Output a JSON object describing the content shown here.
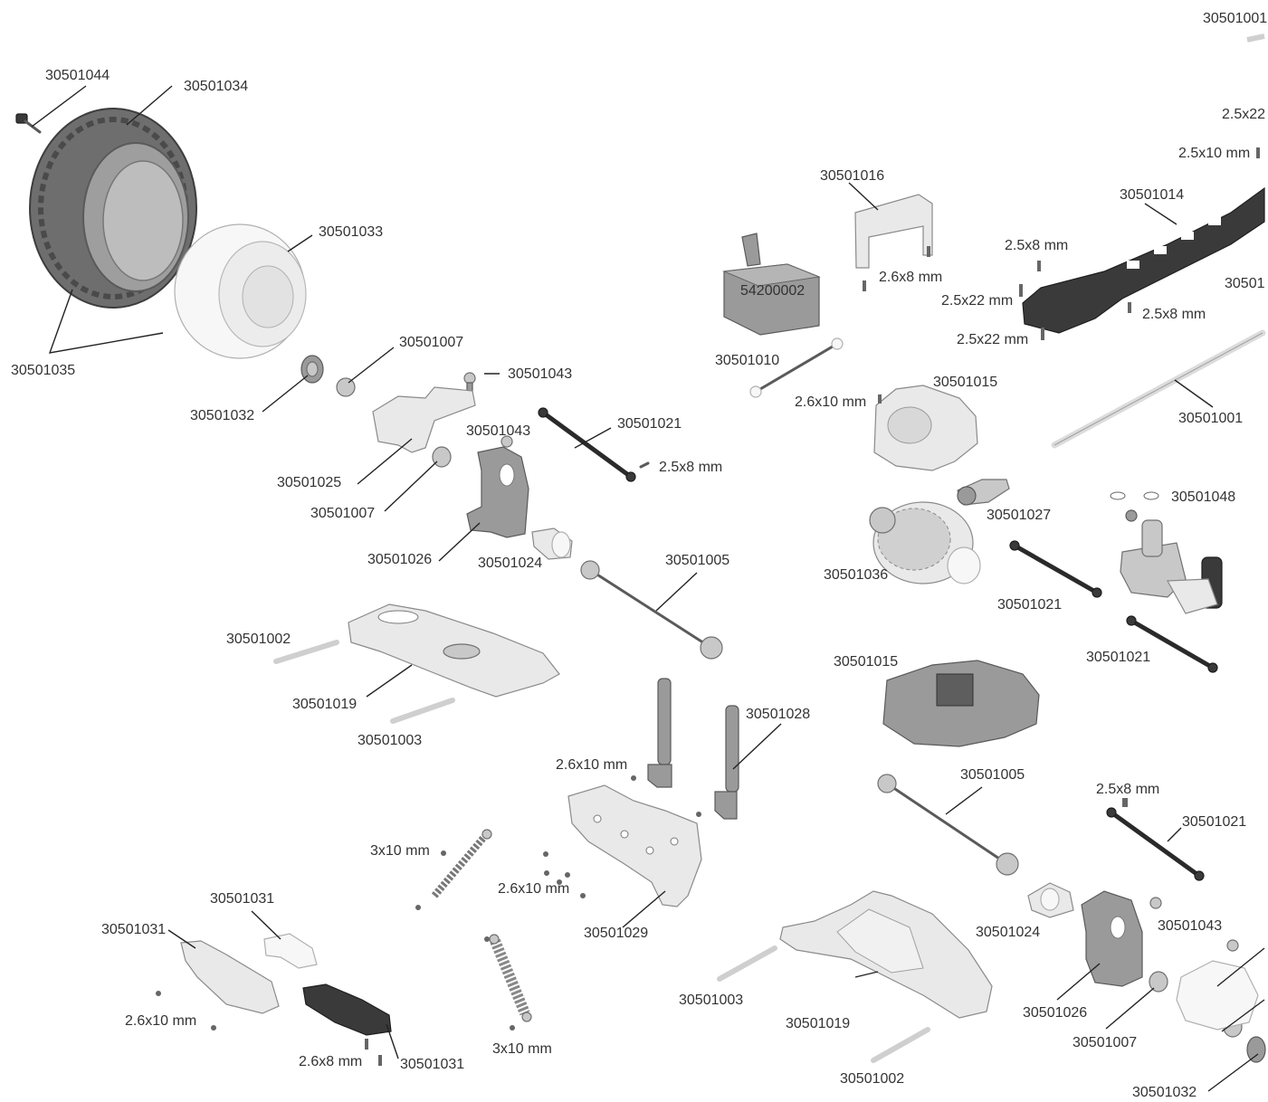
{
  "parts": [
    {
      "id": "lbl-30501044",
      "text": "30501044"
    },
    {
      "id": "lbl-30501034",
      "text": "30501034"
    },
    {
      "id": "lbl-30501033",
      "text": "30501033"
    },
    {
      "id": "lbl-30501035",
      "text": "30501035"
    },
    {
      "id": "lbl-30501032-a",
      "text": "30501032"
    },
    {
      "id": "lbl-30501007-a",
      "text": "30501007"
    },
    {
      "id": "lbl-30501043-a",
      "text": "30501043"
    },
    {
      "id": "lbl-30501043-b",
      "text": "30501043"
    },
    {
      "id": "lbl-30501021-a",
      "text": "30501021"
    },
    {
      "id": "lbl-2.5x8-a",
      "text": "2.5x8 mm"
    },
    {
      "id": "lbl-30501025-a",
      "text": "30501025"
    },
    {
      "id": "lbl-30501007-b",
      "text": "30501007"
    },
    {
      "id": "lbl-30501026-a",
      "text": "30501026"
    },
    {
      "id": "lbl-30501024-a",
      "text": "30501024"
    },
    {
      "id": "lbl-30501005-a",
      "text": "30501005"
    },
    {
      "id": "lbl-30501002-a",
      "text": "30501002"
    },
    {
      "id": "lbl-30501019-a",
      "text": "30501019"
    },
    {
      "id": "lbl-30501003-a",
      "text": "30501003"
    },
    {
      "id": "lbl-2.6x10-a",
      "text": "2.6x10 mm"
    },
    {
      "id": "lbl-30501028",
      "text": "30501028"
    },
    {
      "id": "lbl-3x10-a",
      "text": "3x10 mm"
    },
    {
      "id": "lbl-2.6x10-b",
      "text": "2.6x10 mm"
    },
    {
      "id": "lbl-30501029",
      "text": "30501029"
    },
    {
      "id": "lbl-30501031-a",
      "text": "30501031"
    },
    {
      "id": "lbl-30501031-b",
      "text": "30501031"
    },
    {
      "id": "lbl-2.6x10-c",
      "text": "2.6x10 mm"
    },
    {
      "id": "lbl-2.6x8-a",
      "text": "2.6x8 mm"
    },
    {
      "id": "lbl-30501031-c",
      "text": "30501031"
    },
    {
      "id": "lbl-3x10-b",
      "text": "3x10 mm"
    },
    {
      "id": "lbl-30501016",
      "text": "30501016"
    },
    {
      "id": "lbl-2.6x8-b",
      "text": "2.6x8 mm"
    },
    {
      "id": "lbl-54200002",
      "text": "54200002"
    },
    {
      "id": "lbl-30501010",
      "text": "30501010"
    },
    {
      "id": "lbl-2.6x10-d",
      "text": "2.6x10 mm"
    },
    {
      "id": "lbl-30501015-a",
      "text": "30501015"
    },
    {
      "id": "lbl-30501014",
      "text": "30501014"
    },
    {
      "id": "lbl-2.5x8-b",
      "text": "2.5x8 mm"
    },
    {
      "id": "lbl-2.5x22-a",
      "text": "2.5x22 mm"
    },
    {
      "id": "lbl-2.5x8-c",
      "text": "2.5x8 mm"
    },
    {
      "id": "lbl-2.5x22-b",
      "text": "2.5x22 mm"
    },
    {
      "id": "lbl-30501001",
      "text": "30501001"
    },
    {
      "id": "lbl-30501027",
      "text": "30501027"
    },
    {
      "id": "lbl-30501048",
      "text": "30501048"
    },
    {
      "id": "lbl-30501036",
      "text": "30501036"
    },
    {
      "id": "lbl-30501021-b",
      "text": "30501021"
    },
    {
      "id": "lbl-30501021-c",
      "text": "30501021"
    },
    {
      "id": "lbl-30501015-b",
      "text": "30501015"
    },
    {
      "id": "lbl-30501005-b",
      "text": "30501005"
    },
    {
      "id": "lbl-2.5x8-d",
      "text": "2.5x8 mm"
    },
    {
      "id": "lbl-30501021-d",
      "text": "30501021"
    },
    {
      "id": "lbl-30501024-b",
      "text": "30501024"
    },
    {
      "id": "lbl-30501043-c",
      "text": "30501043"
    },
    {
      "id": "lbl-30501003-b",
      "text": "30501003"
    },
    {
      "id": "lbl-30501019-b",
      "text": "30501019"
    },
    {
      "id": "lbl-30501026-b",
      "text": "30501026"
    },
    {
      "id": "lbl-30501007-c",
      "text": "30501007"
    },
    {
      "id": "lbl-30501002-b",
      "text": "30501002"
    },
    {
      "id": "lbl-30501032-b",
      "text": "30501032"
    },
    {
      "id": "lbl-edge-top",
      "text": "30501001"
    },
    {
      "id": "lbl-edge-2.5x22",
      "text": "2.5x22"
    },
    {
      "id": "lbl-edge-2.5x10",
      "text": "2.5x10 mm"
    },
    {
      "id": "lbl-edge-3050",
      "text": "30501"
    }
  ]
}
